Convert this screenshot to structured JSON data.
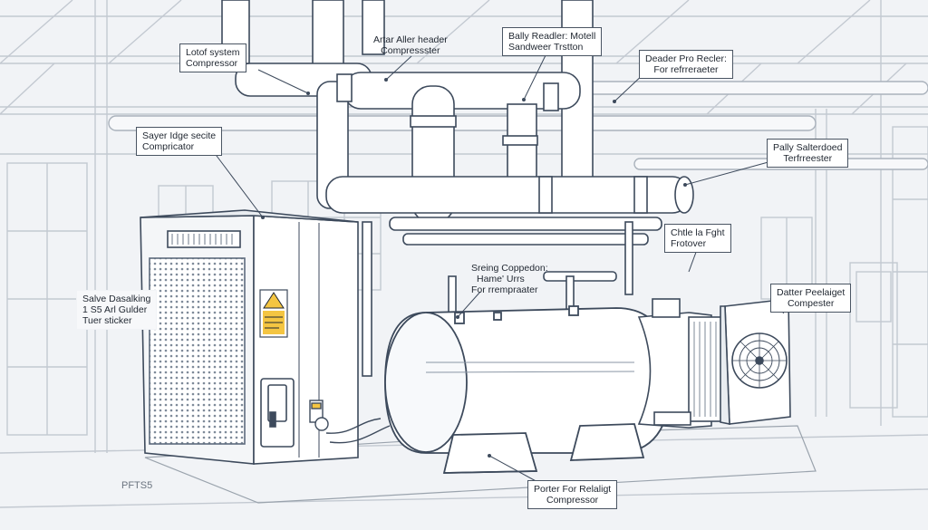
{
  "colors": {
    "background": "#f1f3f6",
    "building_line": "#c3c9d1",
    "equipment_stroke": "#3d4a5c",
    "equipment_fill": "#ffffff",
    "warning_yellow": "#f4c542",
    "floor_line": "#9aa3ad"
  },
  "icons": [
    "warning-sticker-icon",
    "fan-grille-icon",
    "pressure-gauge-icon"
  ],
  "callouts": {
    "lotof_system": {
      "line1": "Lotof system",
      "line2": "Compressor"
    },
    "artar_aller": {
      "line1": "Artar Aller header",
      "line2": "Compressster"
    },
    "bally_readler": {
      "line1": "Bally Readler: Motell",
      "line2": "Sandweer Trstton"
    },
    "deader_pro": {
      "line1": "Deader Pro Recler:",
      "line2": "For refrreraeter"
    },
    "sayer_idge": {
      "line1": "Sayer Idge secite",
      "line2": "Compricator"
    },
    "pally_salter": {
      "line1": "Pally Salterdoed",
      "line2": "Terfrreester"
    },
    "chtle_fight": {
      "line1": "Chtle la Fght",
      "line2": "Frotover"
    },
    "sreing": {
      "line1": "Sreing Coppedon:",
      "line2": "Hame' Urrs",
      "line3": "For rrempraater"
    },
    "salve_dasalking": {
      "line1": "Salve Dasalking",
      "line2": "1 S5 Arl Gulder",
      "line3": "Tuer sticker"
    },
    "datter_peelaiget": {
      "line1": "Datter Peelaiget",
      "line2": "Compester"
    },
    "porter_relaligt": {
      "line1": "Porter For Relaligt",
      "line2": "Compressor"
    }
  },
  "floor_tag": "PFTS5"
}
